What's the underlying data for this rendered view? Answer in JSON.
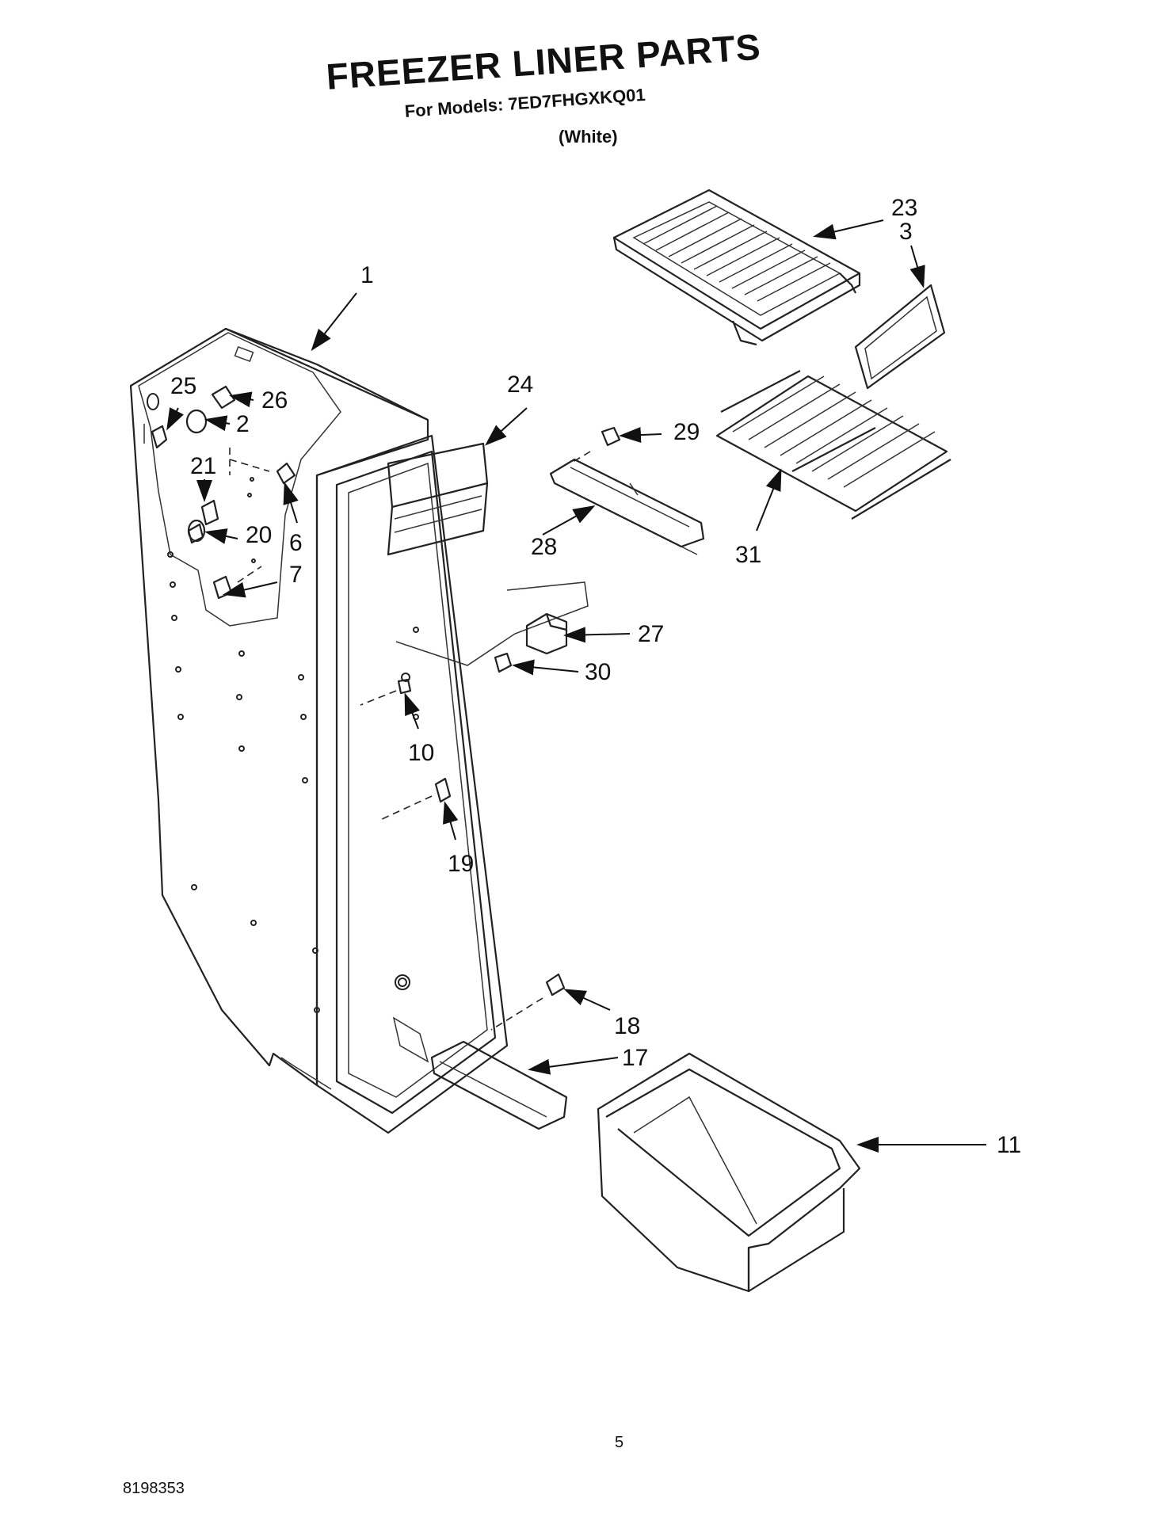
{
  "header": {
    "title": "FREEZER LINER PARTS",
    "models_line": "For Models: 7ED7FHGXKQ01",
    "color": "(White)"
  },
  "footer": {
    "page_number": "5",
    "document_number": "8198353"
  },
  "callouts": [
    "1",
    "2",
    "3",
    "6",
    "7",
    "10",
    "11",
    "17",
    "18",
    "19",
    "20",
    "21",
    "23",
    "24",
    "25",
    "26",
    "27",
    "28",
    "29",
    "30",
    "31"
  ]
}
